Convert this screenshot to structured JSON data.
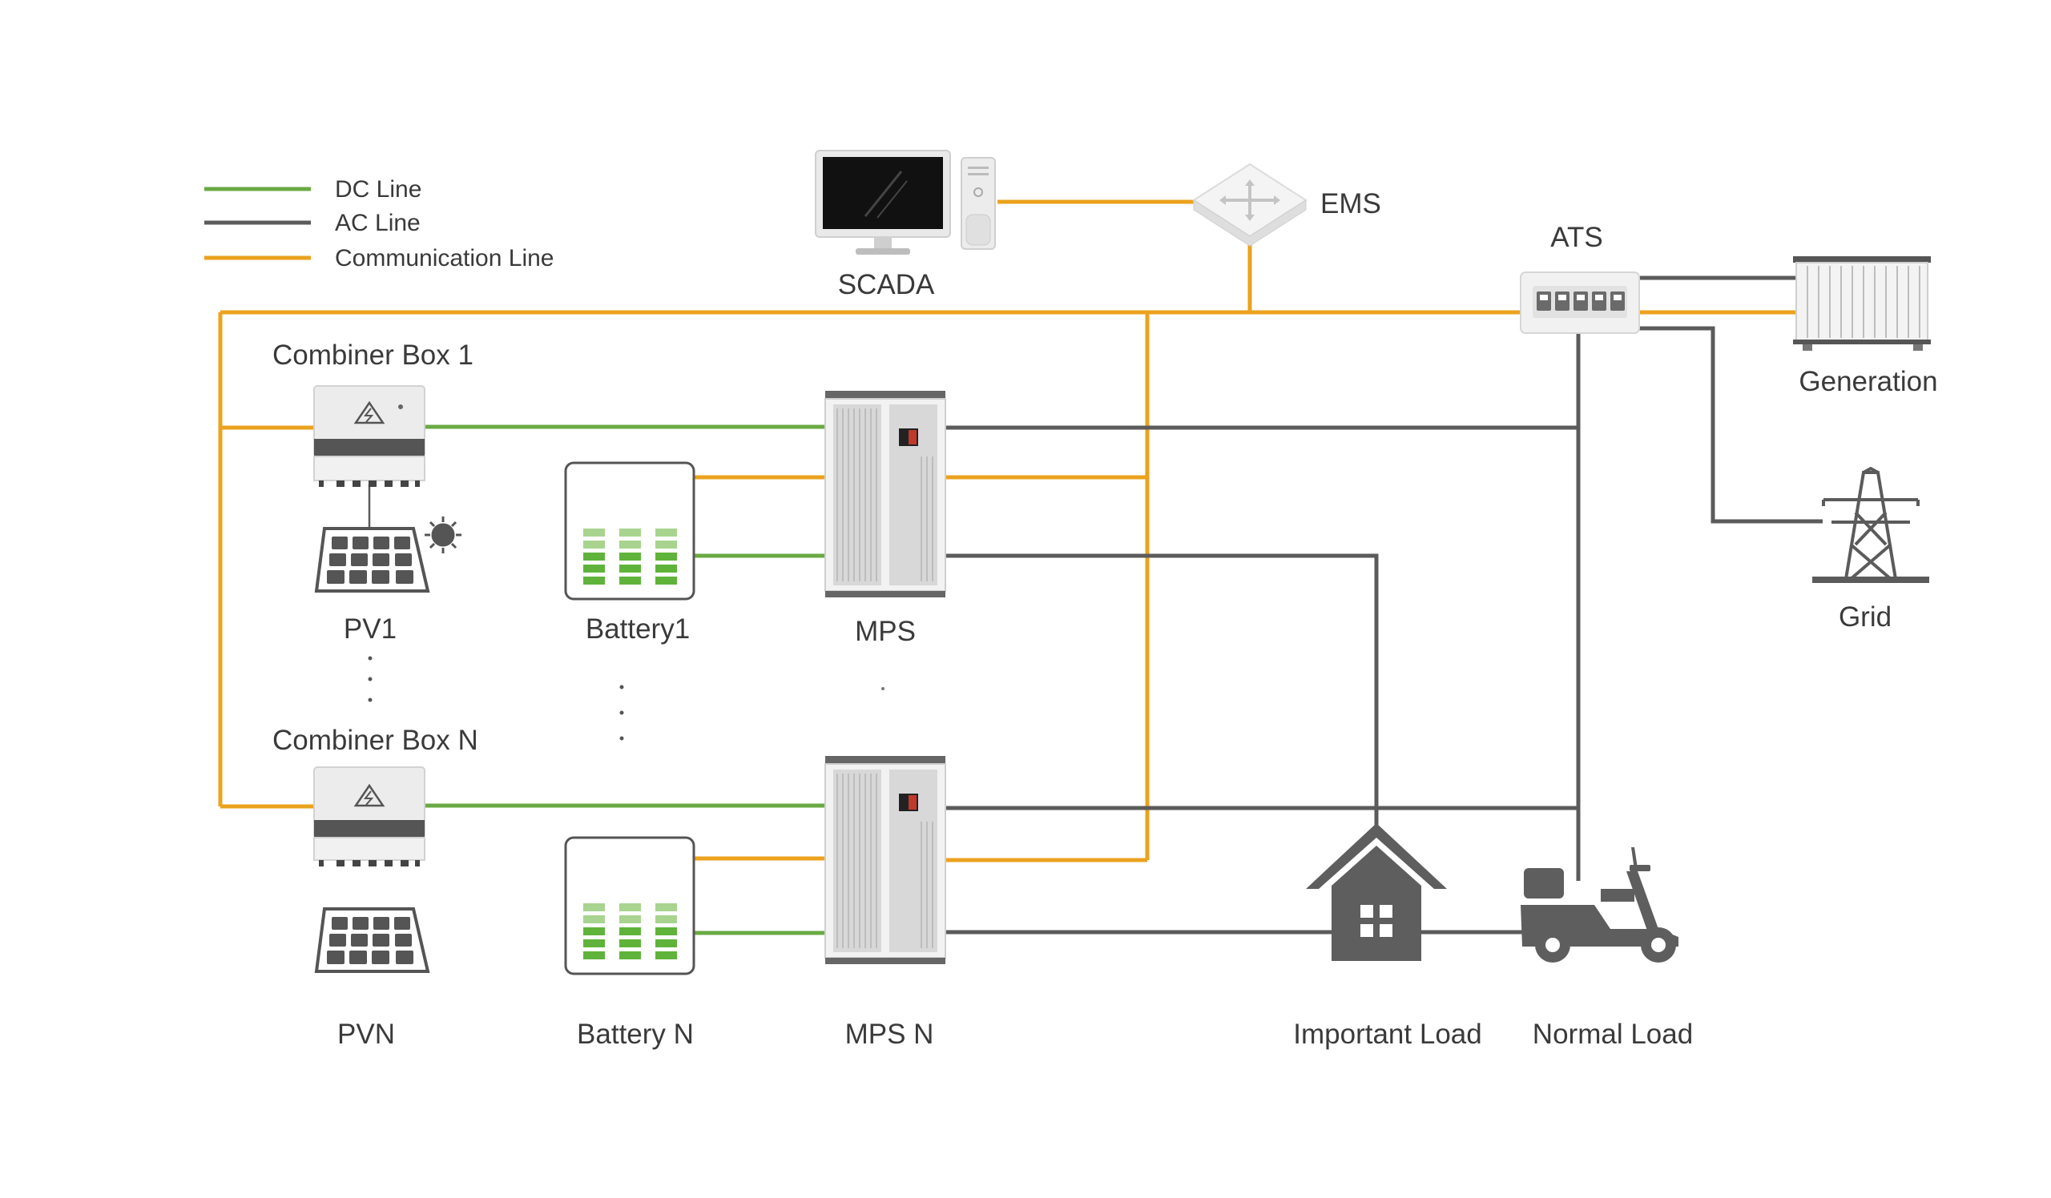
{
  "colors": {
    "dc": "#6aaa44",
    "ac": "#5b5b5b",
    "comm": "#eba21e",
    "battery_cell": "#5fb33a",
    "battery_cell_light": "#a8d48f",
    "icon_fill": "#5e5e5e",
    "device_body": "#eeeeee",
    "device_dark": "#555555"
  },
  "legend": {
    "dc_line": "DC Line",
    "ac_line": "AC Line",
    "communication_line": "Communication Line"
  },
  "labels": {
    "scada": "SCADA",
    "ems": "EMS",
    "ats": "ATS",
    "generation": "Generation",
    "grid": "Grid",
    "combiner_box_1": "Combiner Box 1",
    "combiner_box_n": "Combiner Box N",
    "pv1": "PV1",
    "pvn": "PVN",
    "battery1": "Battery1",
    "battery_n": "Battery N",
    "mps": "MPS",
    "mps_n": "MPS N",
    "important_load": "Important Load",
    "normal_load": "Normal Load"
  },
  "icons": {
    "scada": "computer-workstation-icon",
    "ems": "network-switch-icon",
    "ats": "transfer-switch-icon",
    "generation": "generator-icon",
    "grid": "power-tower-icon",
    "combiner_box": "combiner-box-icon",
    "pv": "solar-panel-icon",
    "sun": "sun-icon",
    "battery": "battery-icon",
    "mps": "power-cabinet-icon",
    "important_load": "house-icon",
    "normal_load": "scooter-icon"
  }
}
